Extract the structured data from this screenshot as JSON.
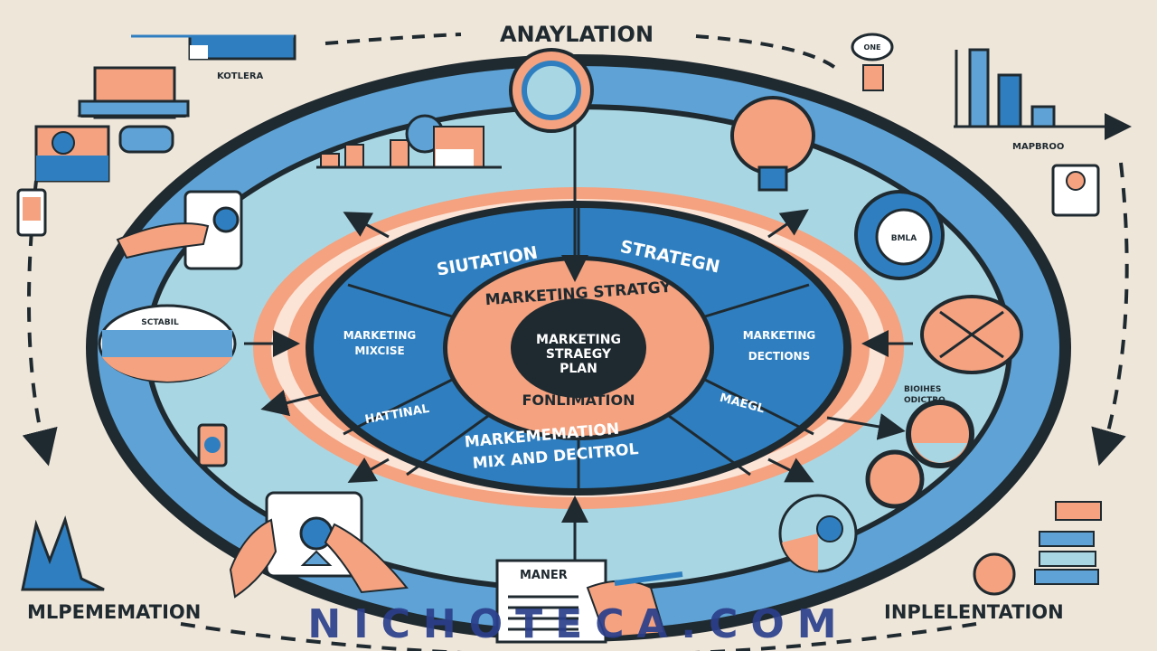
{
  "title": "ANAYLATION",
  "corner_labels": {
    "bottom_left": "MLPEMEMATION",
    "bottom_right": "INPLELENTATION",
    "top_left_small": "KOTLERA",
    "top_right_small": "MAPBROO"
  },
  "center": {
    "core_lines": [
      "MARKETING",
      "STRAEGY",
      "PLAN"
    ],
    "ring_top": "MARKETING STRATGY",
    "ring_bottom": "FONLIMATION"
  },
  "segments": {
    "top_left": "SIUTATION",
    "top_right": "STRATEGN",
    "left": [
      "MARKETING",
      "MIXCISE"
    ],
    "right": [
      "MARKETING",
      "DECTIONS"
    ],
    "bottom_left": "HATTINAL",
    "bottom_right": "MAEGL",
    "bottom": [
      "MARKEMEMATION",
      "MIX AND DECITROL"
    ]
  },
  "icons_text": {
    "left_card_title": "SCTABIL",
    "document": "MANER",
    "side_label_right": [
      "BIOIHES",
      "ODICTRO"
    ],
    "bulb_tag": "ONE",
    "gear_tag": "BMLA"
  },
  "watermark": "NICHOTECA.COM",
  "colors": {
    "background": "#efe6da",
    "dark": "#1f2a30",
    "blue": "#2f7fc0",
    "light_blue": "#5fa3d6",
    "pale_blue": "#a9d6e3",
    "peach": "#f4a27f",
    "watermark": "#2b3f8c"
  }
}
